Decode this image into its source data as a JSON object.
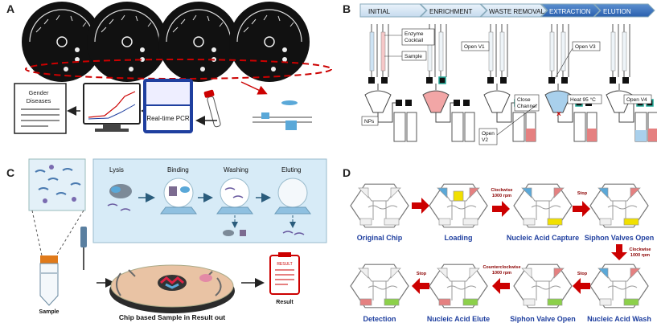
{
  "panels": {
    "A": {
      "letter": "A",
      "report_line1": "Gender",
      "report_line2": "Diseases",
      "pcr_label": "Real-time PCR"
    },
    "B": {
      "letter": "B",
      "stages": [
        "INITIAL",
        "ENRICHMENT",
        "WASTE REMOVAL",
        "EXTRACTION",
        "ELUTION"
      ],
      "labels": {
        "enzyme": "Enzyme\nCocktail",
        "sample": "Sample",
        "open_v1": "Open V1",
        "open_v3": "Open V3",
        "close_channel": "Close\nChannel",
        "heat": "Heat 95 °C",
        "open_v4": "Open V4",
        "nps": "NPs",
        "open_v2": "Open\nV2"
      }
    },
    "C": {
      "letter": "C",
      "steps": [
        "Lysis",
        "Binding",
        "Washing",
        "Eluting"
      ],
      "sample_label": "Sample",
      "result_label": "Result",
      "result_header": "RESULT",
      "caption": "Chip based Sample in Result out"
    },
    "D": {
      "letter": "D",
      "row1": [
        "Original Chip",
        "Loading",
        "Nucleic Acid Capture",
        "Siphon Valves Open"
      ],
      "row2": [
        "Detection",
        "Nucleic Acid Elute",
        "Siphon Valve Open",
        "Nucleic Acid Wash"
      ],
      "arrows": {
        "clockwise_1000": "Clockwise\n1000 rpm",
        "stop1": "Stop",
        "clockwise_1000_b": "Clockwise\n1000 rpm",
        "counter_1000": "Counterclockwise\n1000 rpm",
        "stop2": "Stop",
        "stop3": "Stop"
      }
    }
  },
  "colors": {
    "red": "#cc0000",
    "navy": "#1f3f9f",
    "yellow": "#f1e000",
    "blue": "#5aa8d8",
    "pink": "#e58080",
    "green": "#8cd04a"
  }
}
